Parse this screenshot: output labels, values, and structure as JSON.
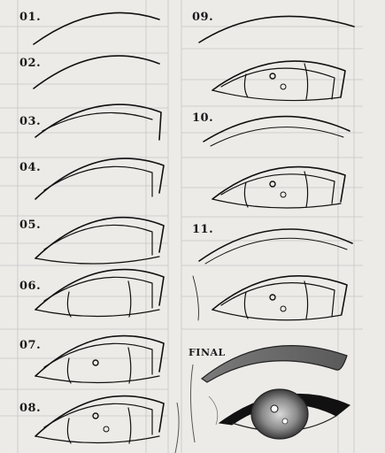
{
  "steps": {
    "s01": "01.",
    "s02": "02.",
    "s03": "03.",
    "s04": "04.",
    "s05": "05.",
    "s06": "06.",
    "s07": "07.",
    "s08": "08.",
    "s09": "09.",
    "s10": "10.",
    "s11": "11.",
    "final": "FINAL"
  },
  "colors": {
    "paper": "#ecebe8",
    "grid": "#c9c9c9",
    "ink": "#111111"
  }
}
